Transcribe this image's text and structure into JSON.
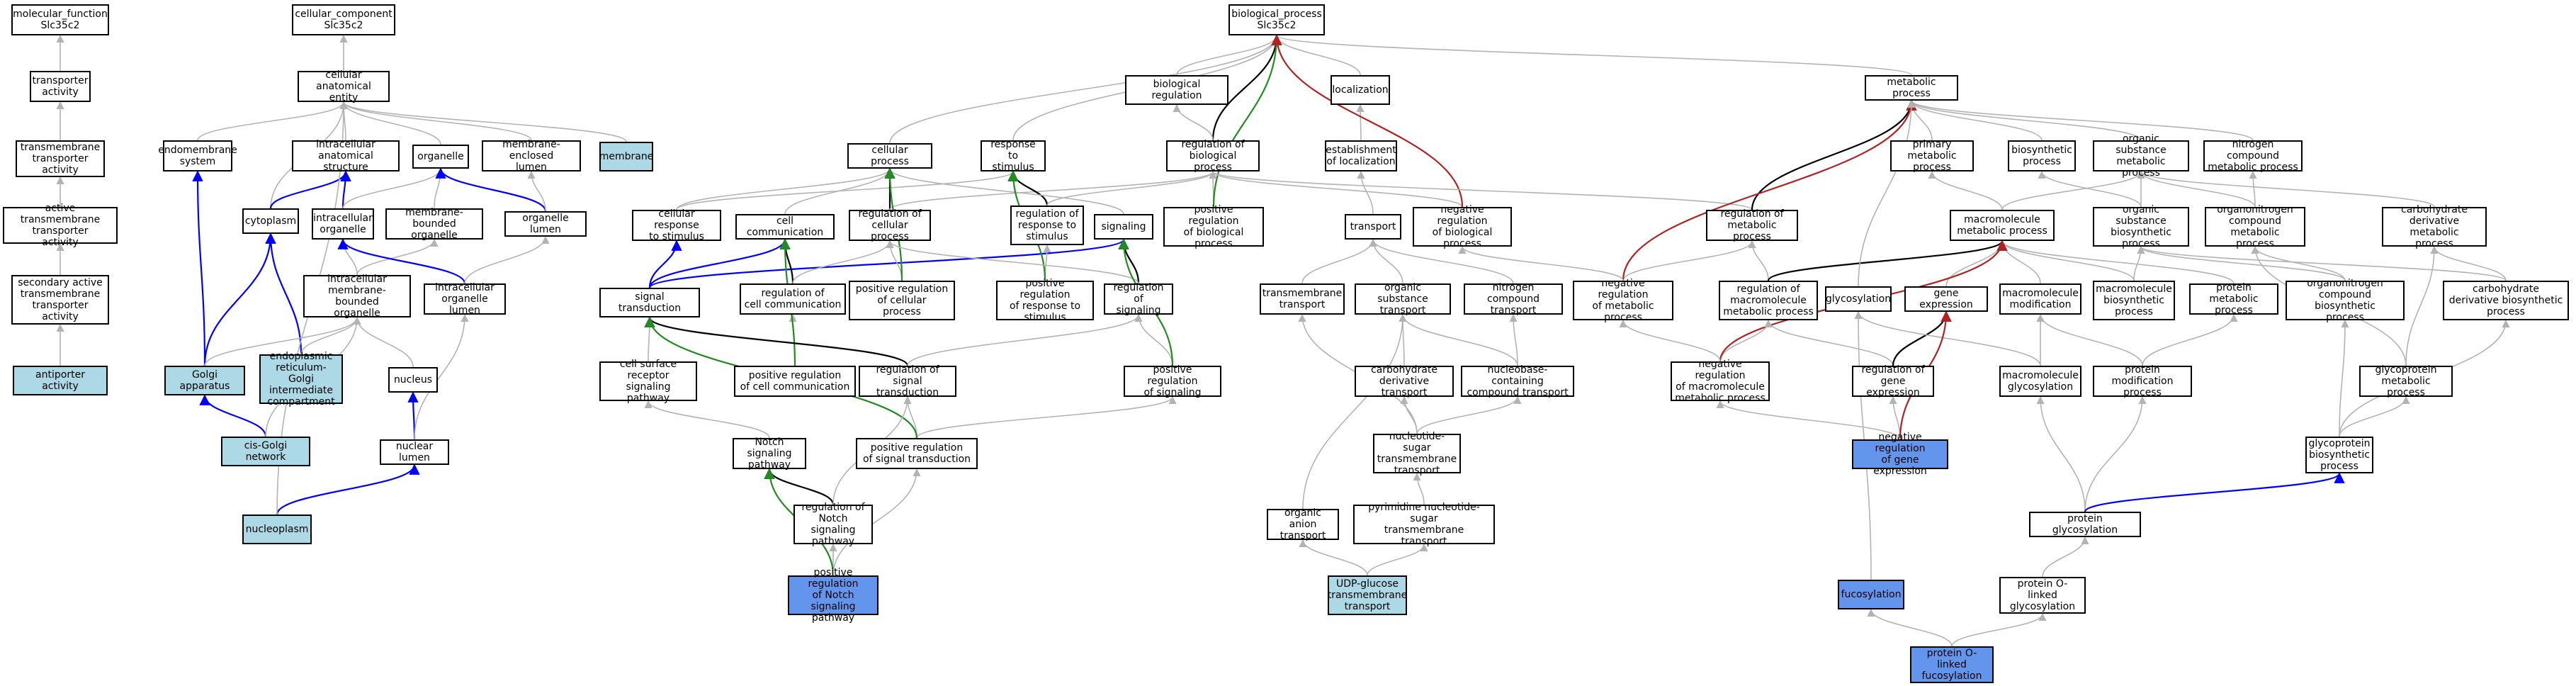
{
  "nodes": {
    "mf": "molecular_function\nSlc35c2",
    "cc": "cellular_component\nSlc35c2",
    "bp": "biological_process\nSlc35c2",
    "ta": "transporter\nactivity",
    "tta": "transmembrane\ntransporter\nactivity",
    "atta": "active transmembrane\ntransporter\nactivity",
    "satta": "secondary active\ntransmembrane\ntransporter\nactivity",
    "aa": "antiporter activity",
    "cae": "cellular anatomical\nentity",
    "es": "endomembrane\nsystem",
    "ias": "intracellular\nanatomical structure",
    "org": "organelle",
    "mel": "membrane-enclosed\nlumen",
    "mem": "membrane",
    "cyt": "cytoplasm",
    "io": "intracellular\norganelle",
    "mbo": "membrane-bounded\norganelle",
    "ol": "organelle lumen",
    "imbo": "intracellular\nmembrane-bounded\norganelle",
    "iol": "intracellular\norganelle lumen",
    "ga": "Golgi apparatus",
    "ergic": "endoplasmic\nreticulum-Golgi\nintermediate\ncompartment",
    "nuc": "nucleus",
    "cgn": "cis-Golgi network",
    "nl": "nuclear lumen",
    "np": "nucleoplasm",
    "cp": "cellular process",
    "rts": "response to\nstimulus",
    "br": "biological regulation",
    "robp": "regulation of\nbiological process",
    "loc": "localization",
    "eol": "establishment\nof localization",
    "mp": "metabolic process",
    "crs": "cellular response\nto stimulus",
    "cc2": "cell communication",
    "rcp": "regulation of\ncellular process",
    "rrs": "regulation of\nresponse to\nstimulus",
    "sig": "signaling",
    "prbp": "positive regulation\nof biological\nprocess",
    "tr": "transport",
    "nrbp": "negative regulation\nof biological\nprocess",
    "rmp": "regulation of\nmetabolic process",
    "pmp": "primary metabolic\nprocess",
    "bsp": "biosynthetic\nprocess",
    "osmp": "organic substance\nmetabolic process",
    "ncmp": "nitrogen compound\nmetabolic process",
    "st": "signal transduction",
    "rcc": "regulation of\ncell communication",
    "prcp": "positive regulation\nof cellular\nprocess",
    "prrs": "positive regulation\nof response to\nstimulus",
    "ros": "regulation of\nsignaling",
    "tt": "transmembrane\ntransport",
    "ost": "organic substance\ntransport",
    "nct": "nitrogen compound\ntransport",
    "nrmp": "negative regulation\nof metabolic\nprocess",
    "rmmp": "regulation of\nmacromolecule\nmetabolic process",
    "mmp": "macromolecule\nmetabolic process",
    "glyc": "glycosylation",
    "ge": "gene expression",
    "mm": "macromolecule\nmodification",
    "mbp": "macromolecule\nbiosynthetic\nprocess",
    "osbp": "organic substance\nbiosynthetic\nprocess",
    "prmp": "protein metabolic\nprocess",
    "onmp": "organonitrogen\ncompound metabolic\nprocess",
    "onbp": "organonitrogen\ncompound biosynthetic\nprocess",
    "cdmp": "carbohydrate\nderivative metabolic\nprocess",
    "cdbp": "carbohydrate\nderivative biosynthetic\nprocess",
    "csrsp": "cell surface\nreceptor signaling\npathway",
    "prcc": "positive regulation\nof cell communication",
    "rst": "regulation of\nsignal transduction",
    "prs": "positive regulation\nof signaling",
    "cdt": "carbohydrate\nderivative transport",
    "nbct": "nucleobase-containing\ncompound transport",
    "nrmmp": "negative regulation\nof macromolecule\nmetabolic process",
    "rge": "regulation of\ngene expression",
    "mg": "macromolecule\nglycosylation",
    "pm": "protein modification\nprocess",
    "gmp": "glycoprotein\nmetabolic process",
    "nsp": "Notch signaling\npathway",
    "prst": "positive regulation\nof signal transduction",
    "nstt": "nucleotide-sugar\ntransmembrane\ntransport",
    "nrge": "negative regulation\nof gene expression",
    "gbp": "glycoprotein\nbiosynthetic\nprocess",
    "rnsp": "regulation of\nNotch signaling\npathway",
    "oat": "organic anion\ntransport",
    "pnstt": "pyrimidine nucleotide-sugar\ntransmembrane\ntransport",
    "pg": "protein glycosylation",
    "prnsp": "positive regulation\nof Notch signaling\npathway",
    "ugtt": "UDP-glucose\ntransmembrane\ntransport",
    "fuc": "fucosylation",
    "pog": "protein O-linked\nglycosylation",
    "pof": "protein O-linked\nfucosylation"
  },
  "colors": {
    "default_edge": "#b3b3b3",
    "is_a_strong": "#000000",
    "part_of": "#0000ff",
    "positively_regulates": "#228b22",
    "negatively_regulates": "#b22222",
    "annotated_light": "#add8e6",
    "annotated_dark": "#6495ed"
  }
}
